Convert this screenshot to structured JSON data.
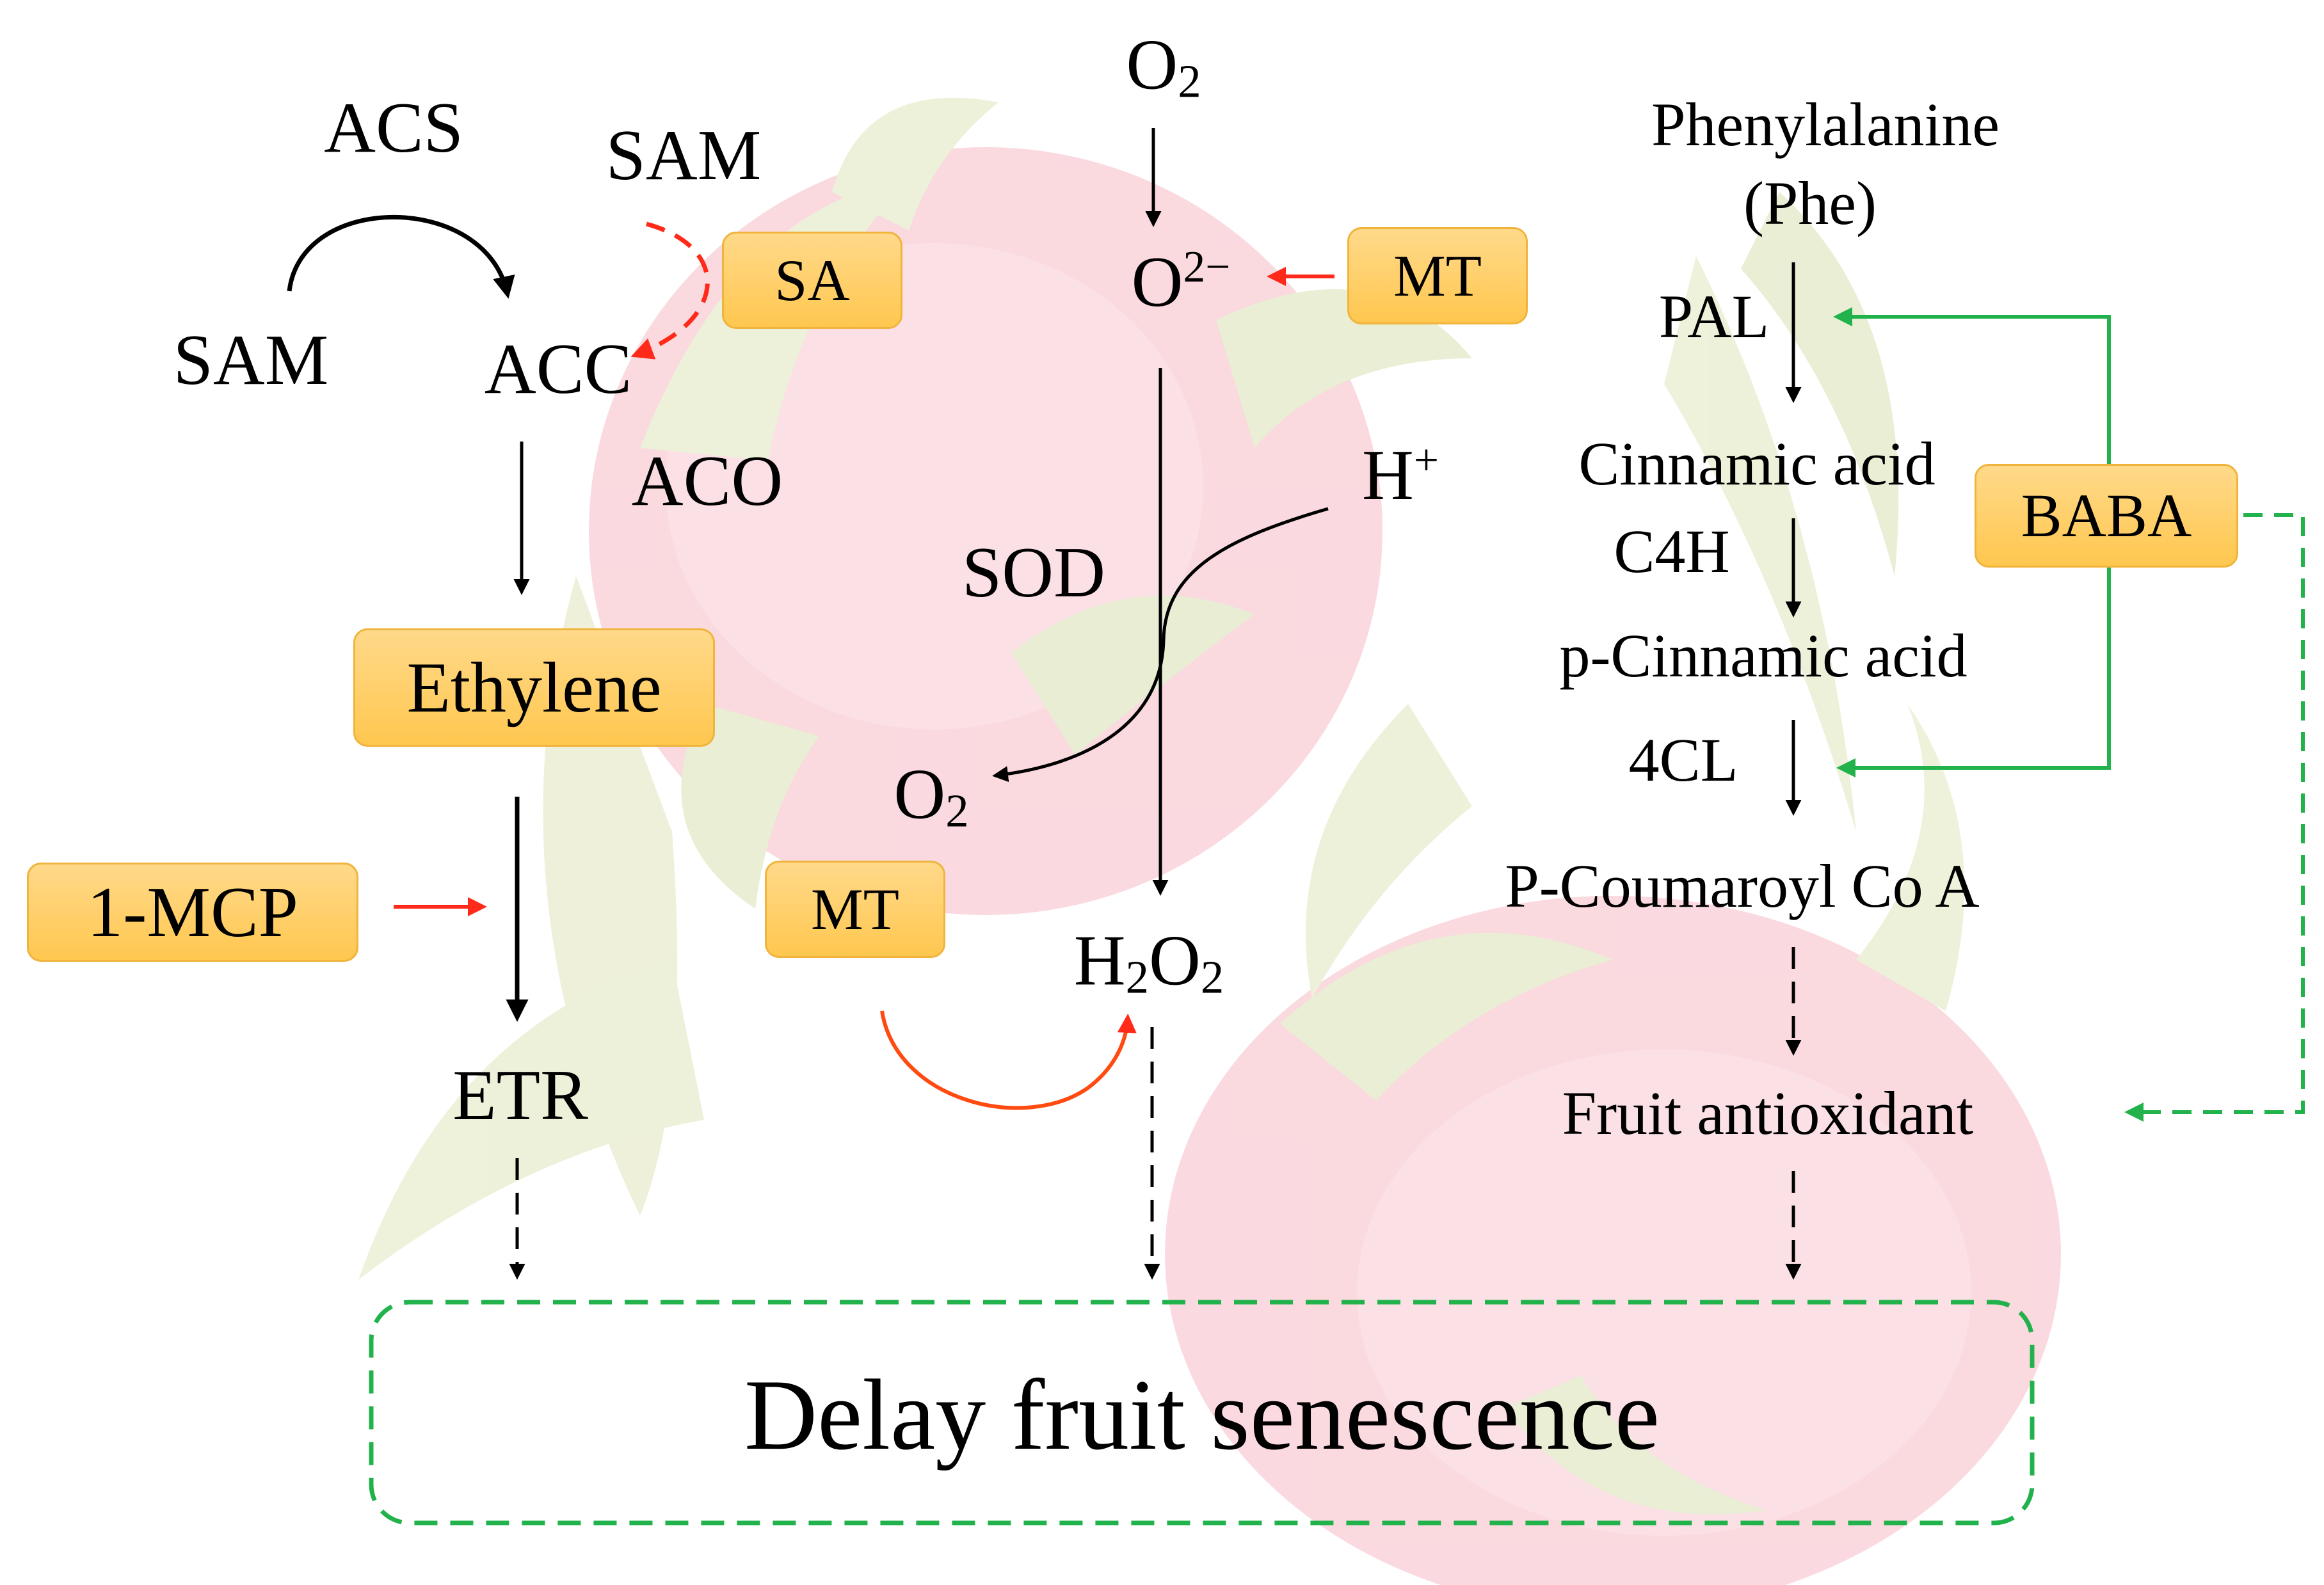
{
  "colors": {
    "box_fill": "#ffc74f",
    "box_border": "#f0b43c",
    "black_arrow": "#000000",
    "red_arrow": "#ff2a1a",
    "green_line": "#22b24c",
    "dragon_fruit_pink": "#f4a7b4",
    "dragon_fruit_green": "#cbd79a"
  },
  "background": {
    "image": "dragon-fruit",
    "opacity": "faded"
  },
  "ethylene_pathway": {
    "acs": "ACS",
    "sam_left": "SAM",
    "sam_top": "SAM",
    "sa": "SA",
    "acc": "ACC",
    "aco": "ACO",
    "ethylene": "Ethylene",
    "mcp": "1-MCP",
    "etr": "ETR"
  },
  "ros_pathway": {
    "o2_top": "O",
    "o2_top_sub": "2",
    "superoxide": "O",
    "superoxide_sup": "2−",
    "mt_top": "MT",
    "h_plus": "H",
    "h_plus_sup": "+",
    "sod": "SOD",
    "o2_bottom": "O",
    "o2_bottom_sub": "2",
    "mt_bottom": "MT",
    "h2o2_h": "H",
    "h2o2_sub1": "2",
    "h2o2_o": "O",
    "h2o2_sub2": "2"
  },
  "phenylpropanoid_pathway": {
    "phe_line1": "Phenylalanine",
    "phe_line2": "(Phe)",
    "pal": "PAL",
    "cinnamic": "Cinnamic acid",
    "c4h": "C4H",
    "p_cinnamic": "p-Cinnamic acid",
    "cl4": "4CL",
    "p_coumaroyl": "P-Coumaroyl Co A",
    "antioxidant": "Fruit antioxidant",
    "baba": "BABA"
  },
  "outcome": {
    "text": "Delay fruit senescence"
  }
}
